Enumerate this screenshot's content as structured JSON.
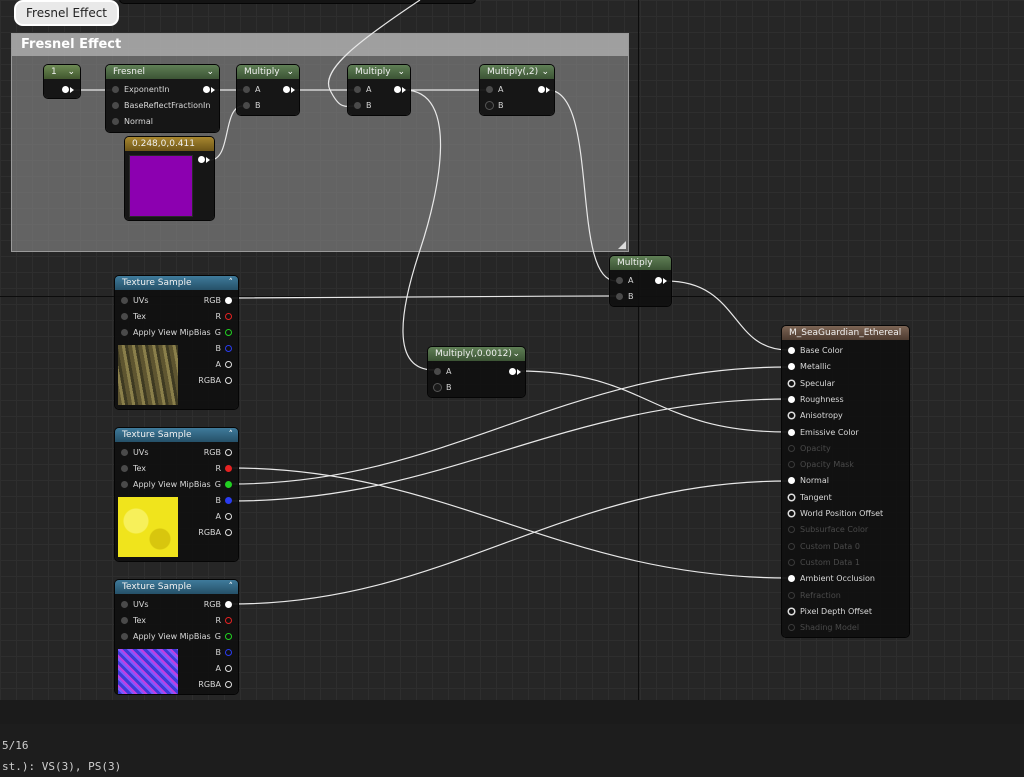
{
  "comment": {
    "bubble": "Fresnel Effect",
    "title": "Fresnel Effect"
  },
  "nodes": {
    "const": {
      "value": "1"
    },
    "fresnel": {
      "title": "Fresnel",
      "pins": [
        "ExponentIn",
        "BaseReflectFractionIn",
        "Normal"
      ]
    },
    "multiply1": {
      "title": "Multiply",
      "pins": [
        "A",
        "B"
      ]
    },
    "multiply2": {
      "title": "Multiply",
      "pins": [
        "A",
        "B"
      ]
    },
    "multiply3": {
      "title": "Multiply(,2)",
      "pins": [
        "A",
        "B"
      ]
    },
    "color_const": {
      "title": "0.248,0,0.411",
      "swatch_color": "#8c00b0"
    },
    "multiply4": {
      "title": "Multiply",
      "pins": [
        "A",
        "B"
      ]
    },
    "multiply5": {
      "title": "Multiply(,0.0012)",
      "pins": [
        "A",
        "B"
      ]
    },
    "texture_samples": [
      {
        "title": "Texture Sample",
        "inputs": [
          "UVs",
          "Tex",
          "Apply View MipBias"
        ],
        "outputs": [
          "RGB",
          "R",
          "G",
          "B",
          "A",
          "RGBA"
        ],
        "thumb_colors": [
          "#5e5530",
          "#8a7f4a",
          "#3e3a22"
        ]
      },
      {
        "title": "Texture Sample",
        "inputs": [
          "UVs",
          "Tex",
          "Apply View MipBias"
        ],
        "outputs": [
          "RGB",
          "R",
          "G",
          "B",
          "A",
          "RGBA"
        ],
        "thumb_colors": [
          "#f0e41c",
          "#f7f05a",
          "#d8c60e"
        ]
      },
      {
        "title": "Texture Sample",
        "inputs": [
          "UVs",
          "Tex",
          "Apply View MipBias"
        ],
        "outputs": [
          "RGB",
          "R",
          "G",
          "B",
          "A",
          "RGBA"
        ],
        "thumb_colors": [
          "#3c3ad8",
          "#7a5cff",
          "#c23ce0"
        ]
      }
    ],
    "material": {
      "title": "M_SeaGuardian_Ethereal",
      "pins": [
        {
          "label": "Base Color",
          "enabled": true,
          "connected": true
        },
        {
          "label": "Metallic",
          "enabled": true,
          "connected": true
        },
        {
          "label": "Specular",
          "enabled": true,
          "connected": false
        },
        {
          "label": "Roughness",
          "enabled": true,
          "connected": true
        },
        {
          "label": "Anisotropy",
          "enabled": true,
          "connected": false
        },
        {
          "label": "Emissive Color",
          "enabled": true,
          "connected": true
        },
        {
          "label": "Opacity",
          "enabled": false,
          "connected": false
        },
        {
          "label": "Opacity Mask",
          "enabled": false,
          "connected": false
        },
        {
          "label": "Normal",
          "enabled": true,
          "connected": true
        },
        {
          "label": "Tangent",
          "enabled": true,
          "connected": false
        },
        {
          "label": "World Position Offset",
          "enabled": true,
          "connected": false
        },
        {
          "label": "Subsurface Color",
          "enabled": false,
          "connected": false
        },
        {
          "label": "Custom Data 0",
          "enabled": false,
          "connected": false
        },
        {
          "label": "Custom Data 1",
          "enabled": false,
          "connected": false
        },
        {
          "label": "Ambient Occlusion",
          "enabled": true,
          "connected": true
        },
        {
          "label": "Refraction",
          "enabled": false,
          "connected": false
        },
        {
          "label": "Pixel Depth Offset",
          "enabled": true,
          "connected": false
        },
        {
          "label": "Shading Model",
          "enabled": false,
          "connected": false
        }
      ]
    }
  },
  "console": {
    "line1": "5/16",
    "line2": "st.): VS(3), PS(3)"
  }
}
